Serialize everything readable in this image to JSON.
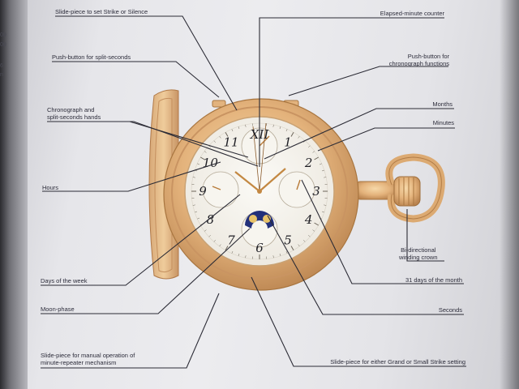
{
  "page_fragments": [
    "00",
    "00",
    "6",
    "n"
  ],
  "labels": {
    "slide_strike": "Slide-piece to set Strike or Silence",
    "split_seconds": "Push-button for split-seconds",
    "chrono_hands_1": "Chronograph and",
    "chrono_hands_2": "split-seconds hands",
    "hours": "Hours",
    "days_of_week": "Days of the week",
    "moon_phase": "Moon-phase",
    "minute_repeater_1": "Slide-piece for manual operation of",
    "minute_repeater_2": "minute-repeater mechanism",
    "elapsed_minute": "Elapsed-minute counter",
    "chrono_push_1": "Push-button for",
    "chrono_push_2": "chronograph functions",
    "months": "Months",
    "minutes": "Minutes",
    "winding_1": "Bi-directional",
    "winding_2": "winding crown",
    "days_of_month": "31 days of the month",
    "seconds": "Seconds",
    "grand_small": "Slide-piece for either Grand or Small Strike setting"
  },
  "dial": {
    "numerals": [
      "XII",
      "1",
      "2",
      "3",
      "4",
      "5",
      "6",
      "7",
      "8",
      "9",
      "10",
      "11"
    ]
  }
}
